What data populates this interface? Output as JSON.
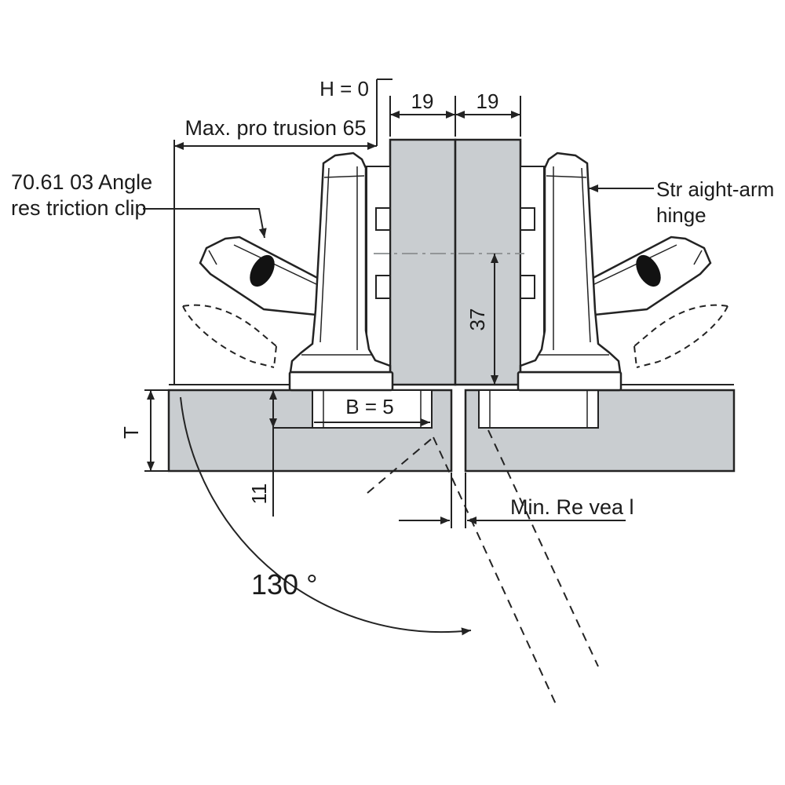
{
  "colors": {
    "background": "#ffffff",
    "panel": "#c9cdd0",
    "line": "#232323",
    "clip": "#121212"
  },
  "labels": {
    "h_equals_zero": "H = 0",
    "panel_thickness_left": "19",
    "panel_thickness_right": "19",
    "max_protrusion": "Max. pro trusion 65",
    "angle_clip_line1": "70.61 03  Angle",
    "angle_clip_line2": "res triction clip",
    "straight_arm_line1": "Str aight-arm",
    "straight_arm_line2": "hinge",
    "arm_height": "37",
    "boring_distance": "B = 5",
    "door_thickness": "T",
    "drilling_depth": "11",
    "min_reveal": "Min. Re vea l",
    "opening_angle": "130 °"
  }
}
